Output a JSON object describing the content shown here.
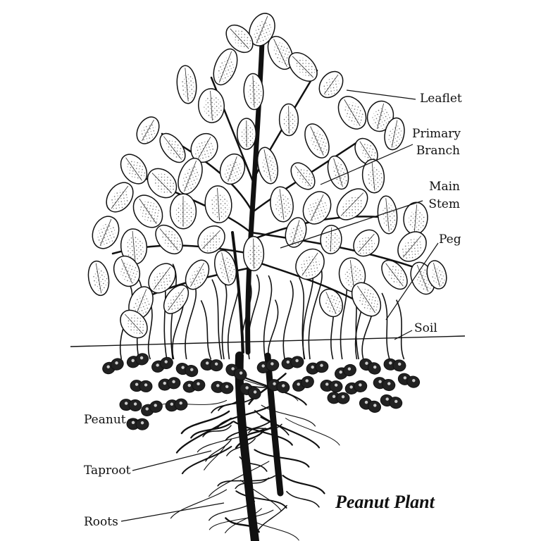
{
  "diagram": {
    "title": "Peanut Plant",
    "labels": {
      "leaflet": "Leaflet",
      "primary_branch_1": "Primary",
      "primary_branch_2": "Branch",
      "main_stem_1": "Main",
      "main_stem_2": "Stem",
      "peg": "Peg",
      "soil": "Soil",
      "peanut": "Peanut",
      "taproot": "Taproot",
      "roots": "Roots"
    }
  }
}
